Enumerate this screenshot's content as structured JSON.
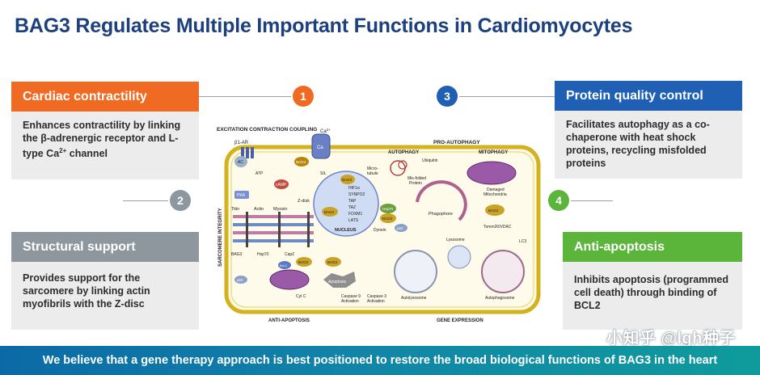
{
  "title": "BAG3 Regulates Multiple Important Functions in Cardiomyocytes",
  "boxes": {
    "contractility": {
      "number": "1",
      "heading": "Cardiac contractility",
      "body": [
        "Enhances contractility by linking",
        "the β-adrenergic receptor and L-",
        "type Ca",
        "2+",
        " channel"
      ]
    },
    "structural": {
      "number": "2",
      "heading": "Structural support",
      "body": [
        "Provides support for the",
        "sarcomere by linking actin",
        "myofibrils with the Z-disc"
      ]
    },
    "protein": {
      "number": "3",
      "heading": "Protein quality control",
      "body": [
        "Facilitates autophagy as a co-",
        "chaperone with heat shock",
        "proteins, recycling misfolded",
        "proteins"
      ]
    },
    "apoptosis": {
      "number": "4",
      "heading": "Anti-apoptosis",
      "body": [
        "Inhibits apoptosis (programmed",
        "cell death) through binding of",
        "BCL2"
      ]
    }
  },
  "diagram": {
    "excitation": "EXCITATION CONTRACTION COUPLING",
    "pro_autophagy": "PRO-AUTOPHAGY",
    "anti_apoptosis": "ANTI-APOPTOSIS",
    "gene_expression": "GENE EXPRESSION",
    "sarcomere_integrity": "SARCOMERE INTEGRITY",
    "autophagy": "AUTOPHAGY",
    "mitophagy": "MITOPHAGY",
    "ubiquitin": "Ubiquitin",
    "misfolded": "Mis-folded",
    "protein": "Protein",
    "damaged": "Damaged",
    "mitochondria": "Mitochondria",
    "micro": "Micro-",
    "tubule": "tubule",
    "dynein": "Dynein",
    "phagophore": "Phagophore",
    "lysosome": "Lysosome",
    "autolysosome": "Autolysosome",
    "autophagosome": "Autophagosome",
    "lc3": "LC3",
    "tomm": "Tomm20/VDAC",
    "nucleus": "NUCLEUS",
    "genes": [
      "HIF1α",
      "SYNPO2",
      "TAP",
      "TAZ",
      "FOXM1",
      "LATS"
    ],
    "titin": "Titin",
    "actin": "Actin",
    "myosin": "Myosin",
    "zdisk": "Z-disk",
    "bag3": "BAG3",
    "hsp70": "Hsp70",
    "capz": "CapZ",
    "b1ar": "β1-AR",
    "ca": "Ca",
    "ca_sup": "2+",
    "ac": "AC",
    "atp": "ATP",
    "camp": "cAMP",
    "pka": "PKA",
    "caspase9": "Caspase 9",
    "caspase3": "Caspase 3",
    "activation": "Activation",
    "apoptosis": "Apoptosis",
    "cytc": "Cyt C",
    "p53": "p53",
    "bcl2": "Bcl-2",
    "sil": "SIL",
    "p62": "p62"
  },
  "banner": "We believe that a gene therapy approach is best positioned to restore the broad biological functions of BAG3 in the heart",
  "watermark": "小知乎 @lgh种子",
  "colors": {
    "orange": "#ef6a22",
    "grey": "#8f979e",
    "blue": "#1f5fb4",
    "green": "#5cb53b",
    "title": "#1c3f7e"
  }
}
